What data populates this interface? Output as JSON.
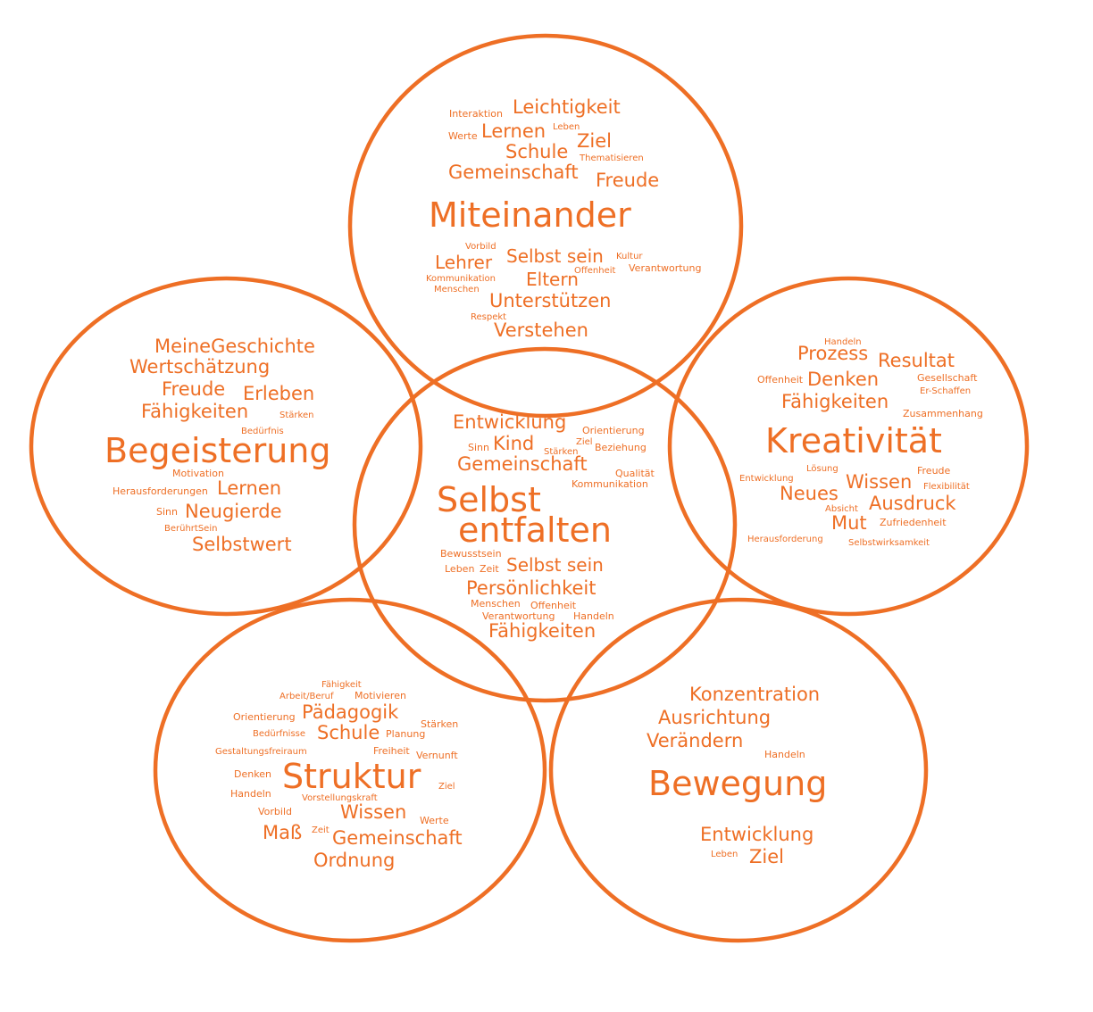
{
  "colors": {
    "accent": "#ee6f25",
    "background": "#ffffff"
  },
  "circles": {
    "miteinander": {
      "title": "Miteinander",
      "words": [
        "Interaktion",
        "Leichtigkeit",
        "Leben",
        "Werte",
        "Lernen",
        "Ziel",
        "Schule",
        "Thematisieren",
        "Gemeinschaft",
        "Freude",
        "Vorbild",
        "Kultur",
        "Selbst sein",
        "Lehrer",
        "Offenheit",
        "Verantwortung",
        "Eltern",
        "Kommunikation",
        "Menschen",
        "Unterstützen",
        "Respekt",
        "Verstehen"
      ]
    },
    "begeisterung": {
      "title": "Begeisterung",
      "words": [
        "MeineGeschichte",
        "Wertschätzung",
        "Freude",
        "Erleben",
        "Fähigkeiten",
        "Stärken",
        "Bedürfnis",
        "Motivation",
        "Herausforderungen",
        "Lernen",
        "Sinn",
        "Neugierde",
        "BerührtSein",
        "Selbstwert"
      ]
    },
    "selbst_entfalten": {
      "title_line1": "Selbst",
      "title_line2": "entfalten",
      "words": [
        "Entwicklung",
        "Orientierung",
        "Ziel",
        "Sinn",
        "Kind",
        "Stärken",
        "Beziehung",
        "Gemeinschaft",
        "Qualität",
        "Kommunikation",
        "Bewusstsein",
        "Leben",
        "Zeit",
        "Selbst sein",
        "Persönlichkeit",
        "Menschen",
        "Offenheit",
        "Verantwortung",
        "Handeln",
        "Fähigkeiten"
      ]
    },
    "kreativitaet": {
      "title": "Kreativität",
      "words": [
        "Handeln",
        "Prozess",
        "Resultat",
        "Offenheit",
        "Denken",
        "Gesellschaft",
        "Er-Schaffen",
        "Fähigkeiten",
        "Zusammenhang",
        "Lösung",
        "Freude",
        "Entwicklung",
        "Wissen",
        "Flexibilität",
        "Neues",
        "Absicht",
        "Ausdruck",
        "Mut",
        "Zufriedenheit",
        "Herausforderung",
        "Selbstwirksamkeit"
      ]
    },
    "struktur": {
      "title": "Struktur",
      "words": [
        "Fähigkeit",
        "Arbeit/Beruf",
        "Motivieren",
        "Orientierung",
        "Pädagogik",
        "Stärken",
        "Bedürfnisse",
        "Schule",
        "Planung",
        "Gestaltungsfreiraum",
        "Freiheit",
        "Vernunft",
        "Denken",
        "Ziel",
        "Handeln",
        "Vorstellungskraft",
        "Vorbild",
        "Wissen",
        "Werte",
        "Maß",
        "Zeit",
        "Gemeinschaft",
        "Ordnung"
      ]
    },
    "bewegung": {
      "title": "Bewegung",
      "words": [
        "Konzentration",
        "Ausrichtung",
        "Verändern",
        "Handeln",
        "Entwicklung",
        "Leben",
        "Ziel"
      ]
    }
  }
}
